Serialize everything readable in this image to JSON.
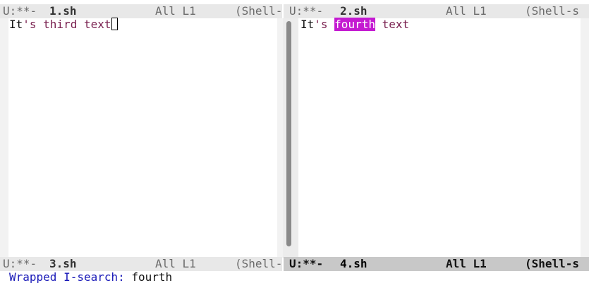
{
  "windows": {
    "top_left": {
      "status": "U:**-",
      "buffer": "1.sh",
      "position": "All L1",
      "mode": "(Shell-",
      "line1": {
        "word1": "It",
        "word2": "'s third text"
      }
    },
    "top_right": {
      "status": "U:**-",
      "buffer": "2.sh",
      "position": "All L1",
      "mode": "(Shell-s",
      "line1": {
        "word1": "It",
        "word2": "'s ",
        "match": "fourth",
        "word3": " text"
      }
    },
    "bottom_left": {
      "status": "U:**-",
      "buffer": "3.sh",
      "position": "All L1",
      "mode": "(Shell-"
    },
    "bottom_right": {
      "status": "U:**-",
      "buffer": "4.sh",
      "position": "All L1",
      "mode": "(Shell-s"
    }
  },
  "minibuffer": {
    "prompt": "Wrapped I-search: ",
    "query": "fourth"
  },
  "colors": {
    "string": "#7a2150",
    "isearch_match": "#c41ad1",
    "prompt": "#1a1ab8"
  }
}
